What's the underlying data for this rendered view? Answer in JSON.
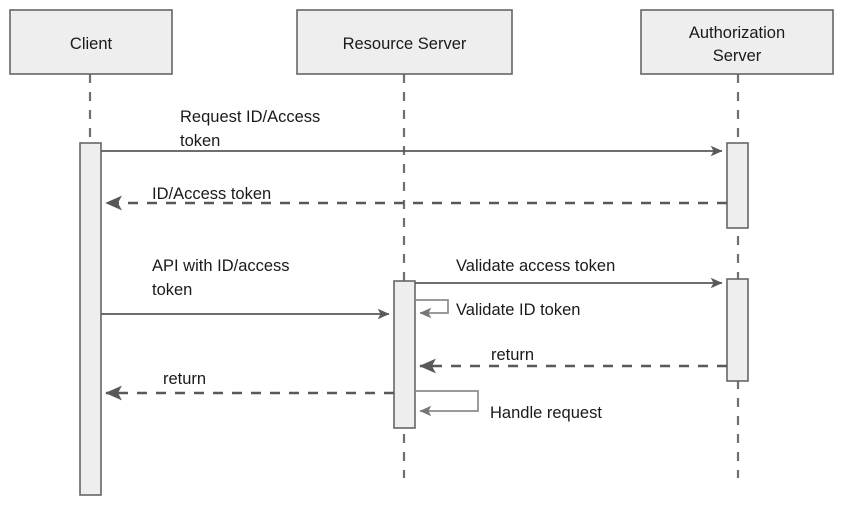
{
  "diagram": {
    "type": "sequence-diagram",
    "title": "",
    "colors": {
      "box_fill": "#eeeeee",
      "box_stroke": "#666666",
      "lifeline_stroke": "#707070",
      "arrow_stroke": "#595959",
      "self_arrow_stroke": "#8c8c8c",
      "text": "#1a1a1a",
      "background": "#ffffff"
    },
    "participants": [
      {
        "id": "client",
        "label": "Client",
        "label_lines": [
          "Client"
        ]
      },
      {
        "id": "resource-server",
        "label": "Resource Server",
        "label_lines": [
          "Resource Server"
        ]
      },
      {
        "id": "authorization-server",
        "label": "Authorization Server",
        "label_lines": [
          "Authorization",
          "Server"
        ]
      }
    ],
    "messages": [
      {
        "id": "m1",
        "from": "client",
        "to": "authorization-server",
        "label": "Request ID/Access token",
        "label_lines": [
          "Request ID/Access",
          "token"
        ],
        "style": "solid",
        "direction": "right"
      },
      {
        "id": "m2",
        "from": "authorization-server",
        "to": "client",
        "label": "ID/Access token",
        "label_lines": [
          "ID/Access token"
        ],
        "style": "dashed",
        "direction": "left"
      },
      {
        "id": "m3",
        "from": "client",
        "to": "resource-server",
        "label": "API with ID/access token",
        "label_lines": [
          "API with ID/access",
          "token"
        ],
        "style": "solid",
        "direction": "right"
      },
      {
        "id": "m4",
        "from": "resource-server",
        "to": "authorization-server",
        "label": "Validate access token",
        "label_lines": [
          "Validate access token"
        ],
        "style": "solid",
        "direction": "right"
      },
      {
        "id": "m5",
        "from": "resource-server",
        "to": "resource-server",
        "label": "Validate ID token",
        "label_lines": [
          "Validate ID token"
        ],
        "style": "solid",
        "direction": "self"
      },
      {
        "id": "m6",
        "from": "authorization-server",
        "to": "resource-server",
        "label": "return",
        "label_lines": [
          "return"
        ],
        "style": "dashed",
        "direction": "left"
      },
      {
        "id": "m7",
        "from": "resource-server",
        "to": "client",
        "label": "return",
        "label_lines": [
          "return"
        ],
        "style": "dashed",
        "direction": "left"
      },
      {
        "id": "m8",
        "from": "resource-server",
        "to": "resource-server",
        "label": "Handle request",
        "label_lines": [
          "Handle request"
        ],
        "style": "solid",
        "direction": "self"
      }
    ],
    "activations": [
      {
        "id": "act-client",
        "participant": "client"
      },
      {
        "id": "act-resource-server",
        "participant": "resource-server"
      },
      {
        "id": "act-authorization-server",
        "participant": "authorization-server"
      }
    ]
  }
}
